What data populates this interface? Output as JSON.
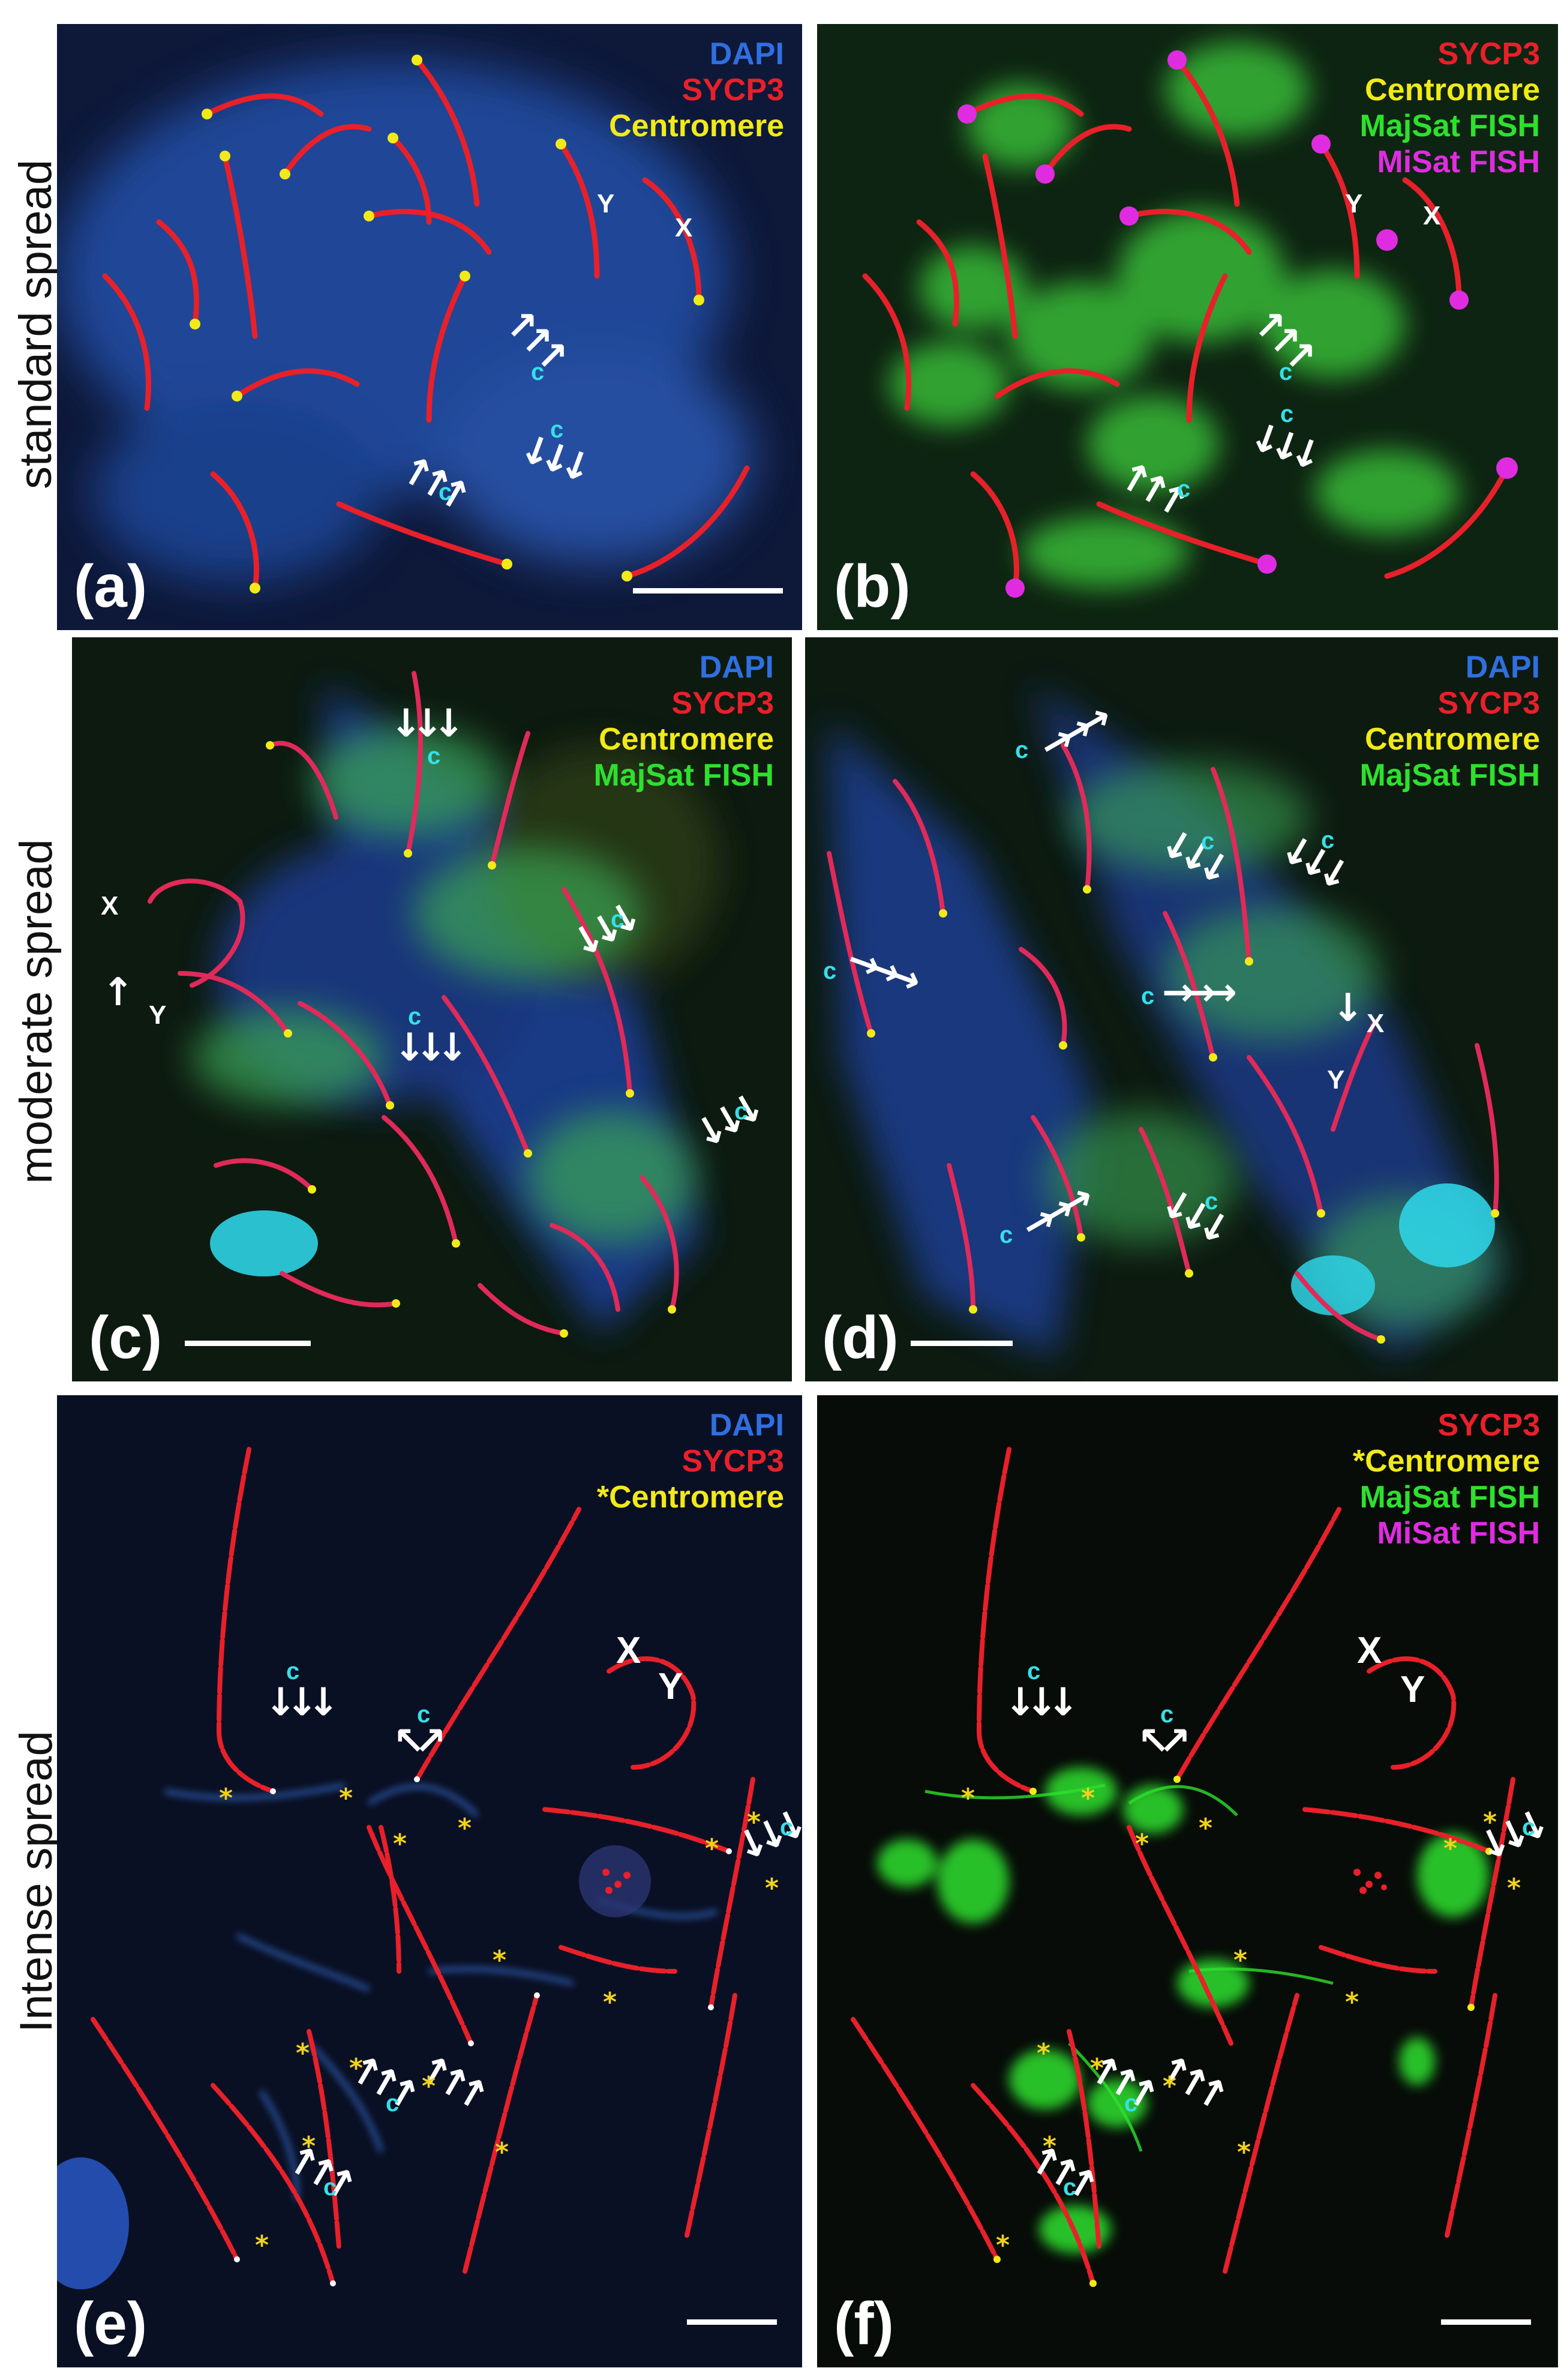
{
  "rows": [
    {
      "label": "standard spread"
    },
    {
      "label": "moderate spread"
    },
    {
      "label": "Intense spread"
    }
  ],
  "panels": [
    {
      "id": "a",
      "label": "(a)",
      "legend": [
        "DAPI",
        "SYCP3",
        "Centromere"
      ]
    },
    {
      "id": "b",
      "label": "(b)",
      "legend": [
        "SYCP3",
        "Centromere",
        "MajSat FISH",
        "MiSat FISH"
      ]
    },
    {
      "id": "c",
      "label": "(c)",
      "legend": [
        "DAPI",
        "SYCP3",
        "Centromere",
        "MajSat FISH"
      ]
    },
    {
      "id": "d",
      "label": "(d)",
      "legend": [
        "DAPI",
        "SYCP3",
        "Centromere",
        "MajSat FISH"
      ]
    },
    {
      "id": "e",
      "label": "(e)",
      "legend": [
        "DAPI",
        "SYCP3",
        "*Centromere"
      ]
    },
    {
      "id": "f",
      "label": "(f)",
      "legend": [
        "SYCP3",
        "*Centromere",
        "MajSat FISH",
        "MiSat FISH"
      ]
    }
  ],
  "markers": {
    "x": "X",
    "y": "Y",
    "c": "c",
    "star": "*"
  },
  "colors": {
    "dapi": "#2f6fe0",
    "sycp3": "#e8202a",
    "centromere": "#f2ea18",
    "majsat": "#2ee02e",
    "misat": "#e02ce0",
    "c_label": "#35e0e8"
  }
}
